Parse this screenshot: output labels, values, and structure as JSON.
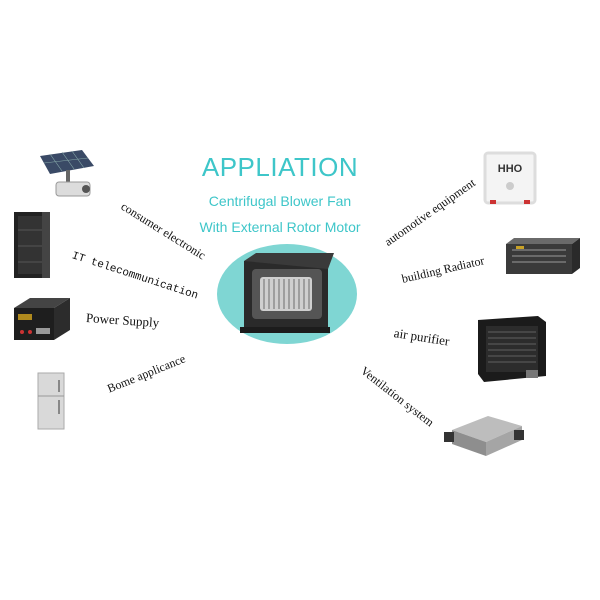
{
  "header": {
    "title": "APPLIATION",
    "subtitle_line1": "Centrifugal Blower Fan",
    "subtitle_line2": "With External Rotor Motor"
  },
  "left_applications": [
    {
      "label": "consumer electronic",
      "icon": "solar-camera-icon"
    },
    {
      "label": "IT telecommunication",
      "icon": "server-rack-icon"
    },
    {
      "label": "Power Supply",
      "icon": "power-supply-icon"
    },
    {
      "label": "Bome applicance",
      "icon": "refrigerator-icon"
    }
  ],
  "right_applications": [
    {
      "label": "automotive equipment",
      "icon": "hho-box-icon",
      "badge": "HHO"
    },
    {
      "label": "building Radiator",
      "icon": "radiator-icon"
    },
    {
      "label": "air purifier",
      "icon": "air-purifier-icon"
    },
    {
      "label": "Ventilation system",
      "icon": "ventilation-unit-icon"
    }
  ],
  "colors": {
    "accent": "#3ec6c9",
    "center_oval": "#7fd6d3"
  }
}
